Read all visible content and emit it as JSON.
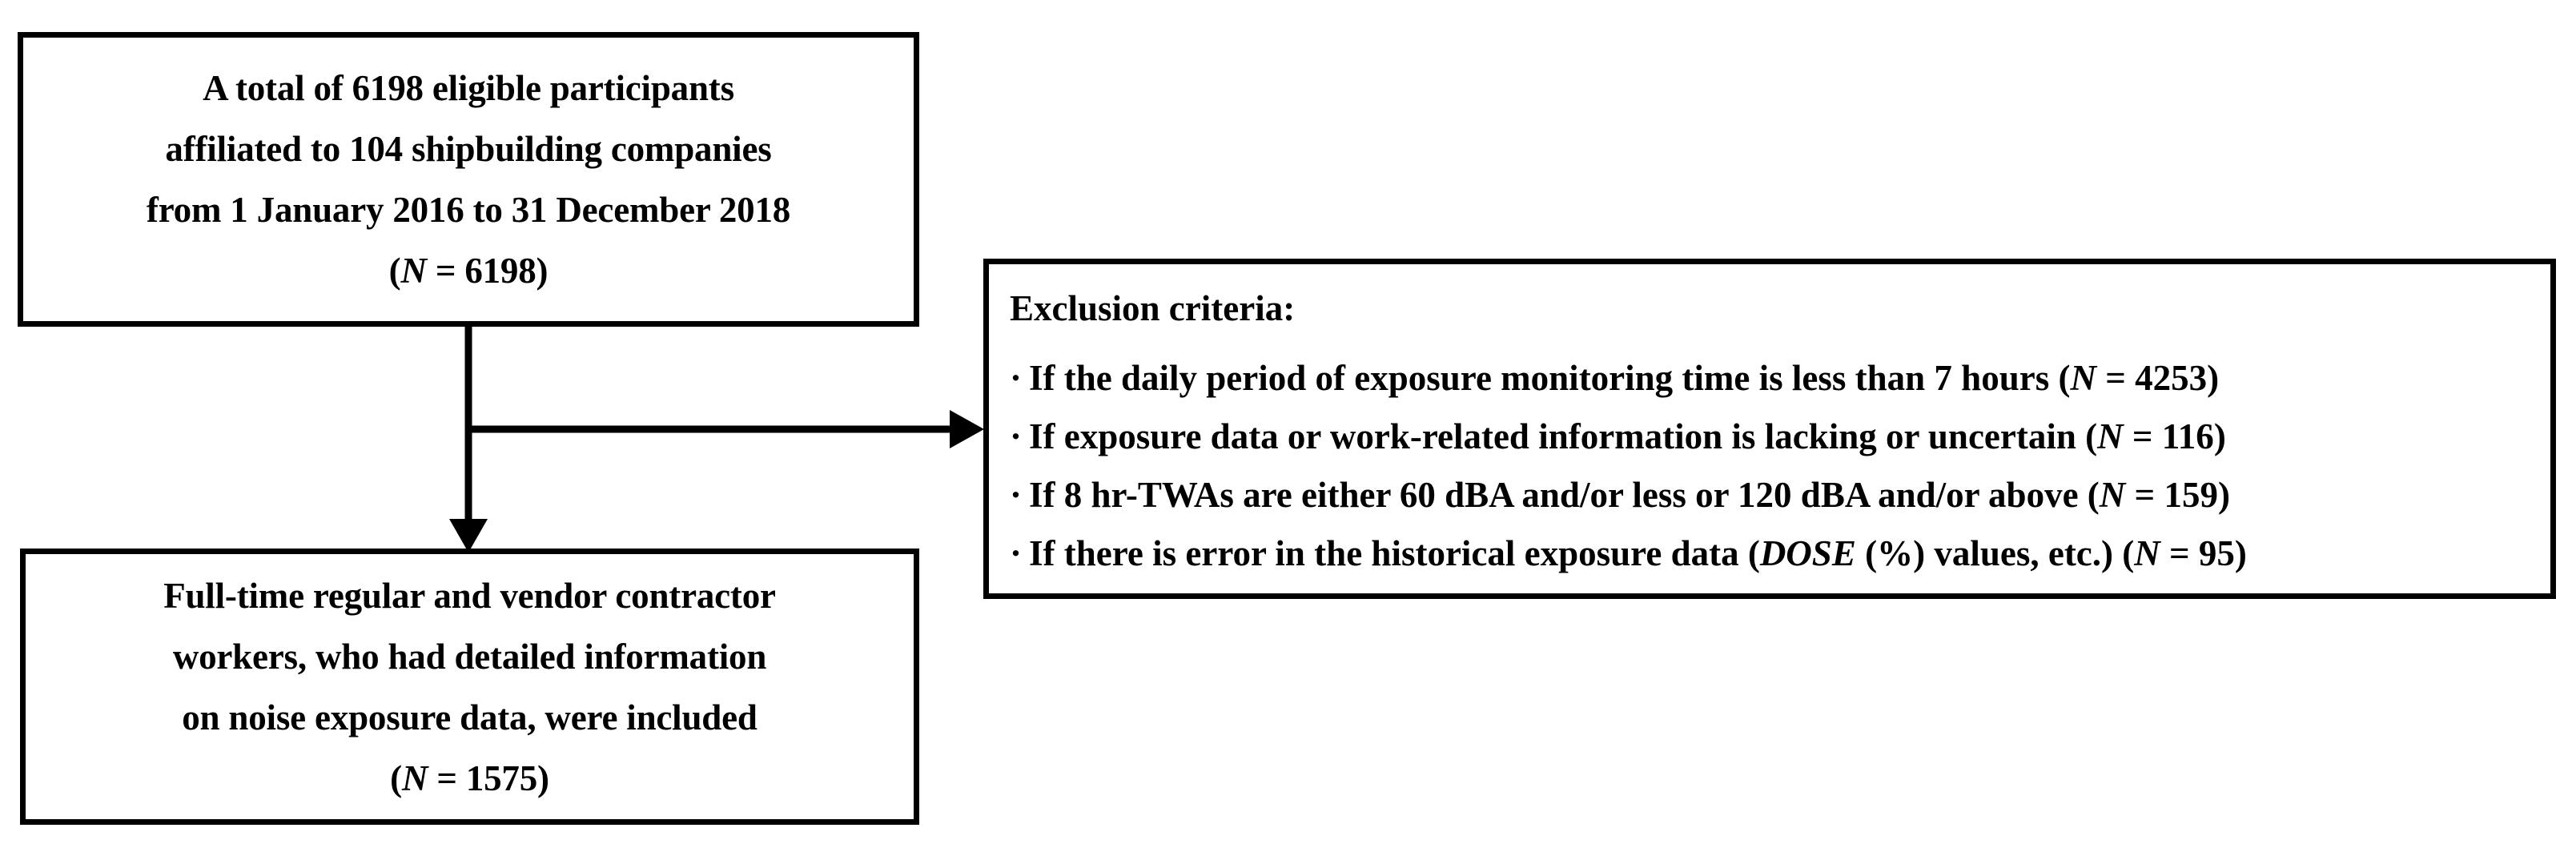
{
  "diagram": {
    "type": "flowchart",
    "title": "Participant selection flow diagram",
    "colors": {
      "box_border": "#000000",
      "background": "#ffffff",
      "text": "#000000",
      "connector": "#000000"
    }
  },
  "eligible_box": {
    "name": "eligible-participants-box",
    "lines": [
      "A total of 6198 eligible participants",
      "affiliated to 104 shipbuilding companies",
      "from 1 January 2016 to 31 December 2018"
    ],
    "count_prefix": "(",
    "count_symbol": "N",
    "count_equals": " = ",
    "count_value": "6198",
    "count_suffix": ")",
    "count_full": "(N = 6198)",
    "n_value": 6198
  },
  "exclusion_box": {
    "name": "exclusion-criteria-box",
    "title": "Exclusion criteria:",
    "bullet_glyph": "·",
    "criteria": [
      {
        "bullet": "·",
        "text_before_n": "If the daily period of exposure monitoring time is less than 7 hours (",
        "n_symbol": "N",
        "n_equals": " = ",
        "n_value": "4253",
        "text_after_n": ")",
        "full_text": "· If the daily period of exposure monitoring time is less than 7 hours (N = 4253)",
        "excluded_n": 4253
      },
      {
        "bullet": "·",
        "text_before_n": "If exposure data or work-related information is lacking or uncertain (",
        "n_symbol": "N",
        "n_equals": " = ",
        "n_value": "116",
        "text_after_n": ")",
        "full_text": "· If exposure data or work-related information is lacking or uncertain (N = 116)",
        "excluded_n": 116
      },
      {
        "bullet": "·",
        "text_before_n": "If 8 hr-TWAs are either 60 dBA and/or less or 120 dBA and/or above (",
        "n_symbol": "N",
        "n_equals": " = ",
        "n_value": "159",
        "text_after_n": ")",
        "full_text": "· If 8 hr-TWAs are either 60 dBA and/or less or 120 dBA and/or above (N = 159)",
        "excluded_n": 159
      },
      {
        "bullet": "·",
        "text_before_n": "If there is error in the historical exposure data (",
        "italic_term": "DOSE",
        "text_mid": " (%) values, etc.) (",
        "n_symbol": "N",
        "n_equals": " = ",
        "n_value": "95",
        "text_after_n": ")",
        "full_text": "· If there is error in the historical exposure data (DOSE (%) values, etc.) (N = 95)",
        "excluded_n": 95
      }
    ]
  },
  "included_box": {
    "name": "included-participants-box",
    "lines": [
      "Full-time regular and vendor contractor",
      "workers, who had detailed information",
      "on noise exposure data, were included"
    ],
    "count_prefix": "(",
    "count_symbol": "N",
    "count_equals": " = ",
    "count_value": "1575",
    "count_suffix": ")",
    "count_full": "(N = 1575)",
    "n_value": 1575
  },
  "connectors": [
    {
      "name": "eligible-to-included-arrow",
      "from": "eligible_box",
      "to": "included_box",
      "direction": "down",
      "arrowhead": true
    },
    {
      "name": "eligible-to-exclusion-arrow",
      "from": "eligible_box",
      "to": "exclusion_box",
      "direction": "right",
      "arrowhead": true
    }
  ]
}
